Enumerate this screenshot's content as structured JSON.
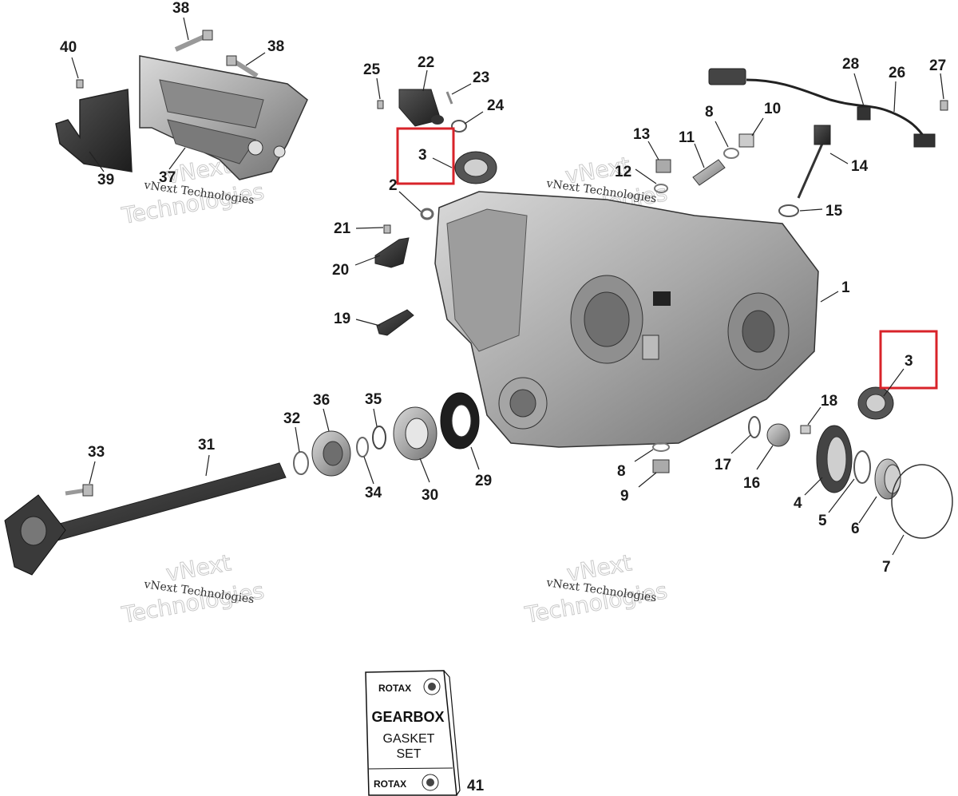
{
  "diagram": {
    "callouts": [
      {
        "id": "c1",
        "label": "1"
      },
      {
        "id": "c2",
        "label": "2"
      },
      {
        "id": "c3a",
        "label": "3"
      },
      {
        "id": "c3b",
        "label": "3"
      },
      {
        "id": "c4",
        "label": "4"
      },
      {
        "id": "c5",
        "label": "5"
      },
      {
        "id": "c6",
        "label": "6"
      },
      {
        "id": "c7",
        "label": "7"
      },
      {
        "id": "c8a",
        "label": "8"
      },
      {
        "id": "c8b",
        "label": "8"
      },
      {
        "id": "c9",
        "label": "9"
      },
      {
        "id": "c10",
        "label": "10"
      },
      {
        "id": "c11",
        "label": "11"
      },
      {
        "id": "c12",
        "label": "12"
      },
      {
        "id": "c13",
        "label": "13"
      },
      {
        "id": "c14",
        "label": "14"
      },
      {
        "id": "c15",
        "label": "15"
      },
      {
        "id": "c16",
        "label": "16"
      },
      {
        "id": "c17",
        "label": "17"
      },
      {
        "id": "c18",
        "label": "18"
      },
      {
        "id": "c19",
        "label": "19"
      },
      {
        "id": "c20",
        "label": "20"
      },
      {
        "id": "c21",
        "label": "21"
      },
      {
        "id": "c22",
        "label": "22"
      },
      {
        "id": "c23",
        "label": "23"
      },
      {
        "id": "c24",
        "label": "24"
      },
      {
        "id": "c25",
        "label": "25"
      },
      {
        "id": "c26",
        "label": "26"
      },
      {
        "id": "c27",
        "label": "27"
      },
      {
        "id": "c28",
        "label": "28"
      },
      {
        "id": "c29",
        "label": "29"
      },
      {
        "id": "c30",
        "label": "30"
      },
      {
        "id": "c31",
        "label": "31"
      },
      {
        "id": "c32",
        "label": "32"
      },
      {
        "id": "c33",
        "label": "33"
      },
      {
        "id": "c34",
        "label": "34"
      },
      {
        "id": "c35",
        "label": "35"
      },
      {
        "id": "c36",
        "label": "36"
      },
      {
        "id": "c37",
        "label": "37"
      },
      {
        "id": "c38a",
        "label": "38"
      },
      {
        "id": "c38b",
        "label": "38"
      },
      {
        "id": "c39",
        "label": "39"
      },
      {
        "id": "c40",
        "label": "40"
      },
      {
        "id": "c41",
        "label": "41"
      }
    ],
    "highlight_color": "#d8232a"
  },
  "watermark": {
    "small": "vNext Technologies",
    "line1": "vNext",
    "line2": "Technologies"
  },
  "kit": {
    "brand_top": "ROTAX",
    "title": "GEARBOX",
    "line1": "GASKET",
    "line2": "SET",
    "brand_bottom": "ROTAX"
  }
}
